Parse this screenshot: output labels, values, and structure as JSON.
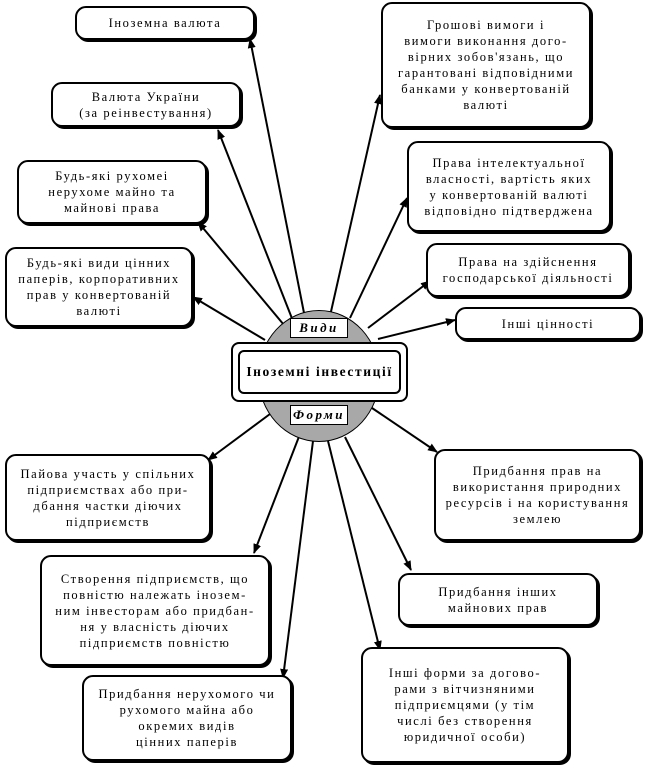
{
  "center": {
    "title": "Іноземні інвестиції",
    "types_label": "Види",
    "forms_label": "Форми"
  },
  "types": [
    "Іноземна валюта",
    "Валюта України\n(за реінвестування)",
    "Будь-які рухомеі\nнерухоме майно та\nмайнові права",
    "Будь-які види цінних\nпаперів, корпоративних\nправ у конвертованій\nвалюті",
    "Грошові вимоги і\nвимоги виконання дого-\nвірних зобов'язань, що\nгарантовані відповідними\nбанками у конвертованій\nвалюті",
    "Права інтелектуальної\nвласності, вартість яких\nу конвертованій валюті\nвідповідно підтверджена",
    "Права на здійснення\nгосподарської діяльності",
    "Інші цінності"
  ],
  "forms": [
    "Пайова участь у спільних\nпідприємствах або при-\nдбання частки діючих\nпідприємств",
    "Створення підприємств, що\nповністю належать інозем-\nним інвесторам або придбан-\nня у власність діючих\nпідприємств повністю",
    "Придбання нерухомого чи\nрухомого майна або\nокремих видів\nцінних паперів",
    "Придбання прав на\nвикористання природних\nресурсів і на користування\nземлею",
    "Придбання інших\nмайнових прав",
    "Інші форми за догово-\nрами з вітчизняними\nпідприємцями (у тім\nчислі без створення\nюридичної особи)"
  ]
}
